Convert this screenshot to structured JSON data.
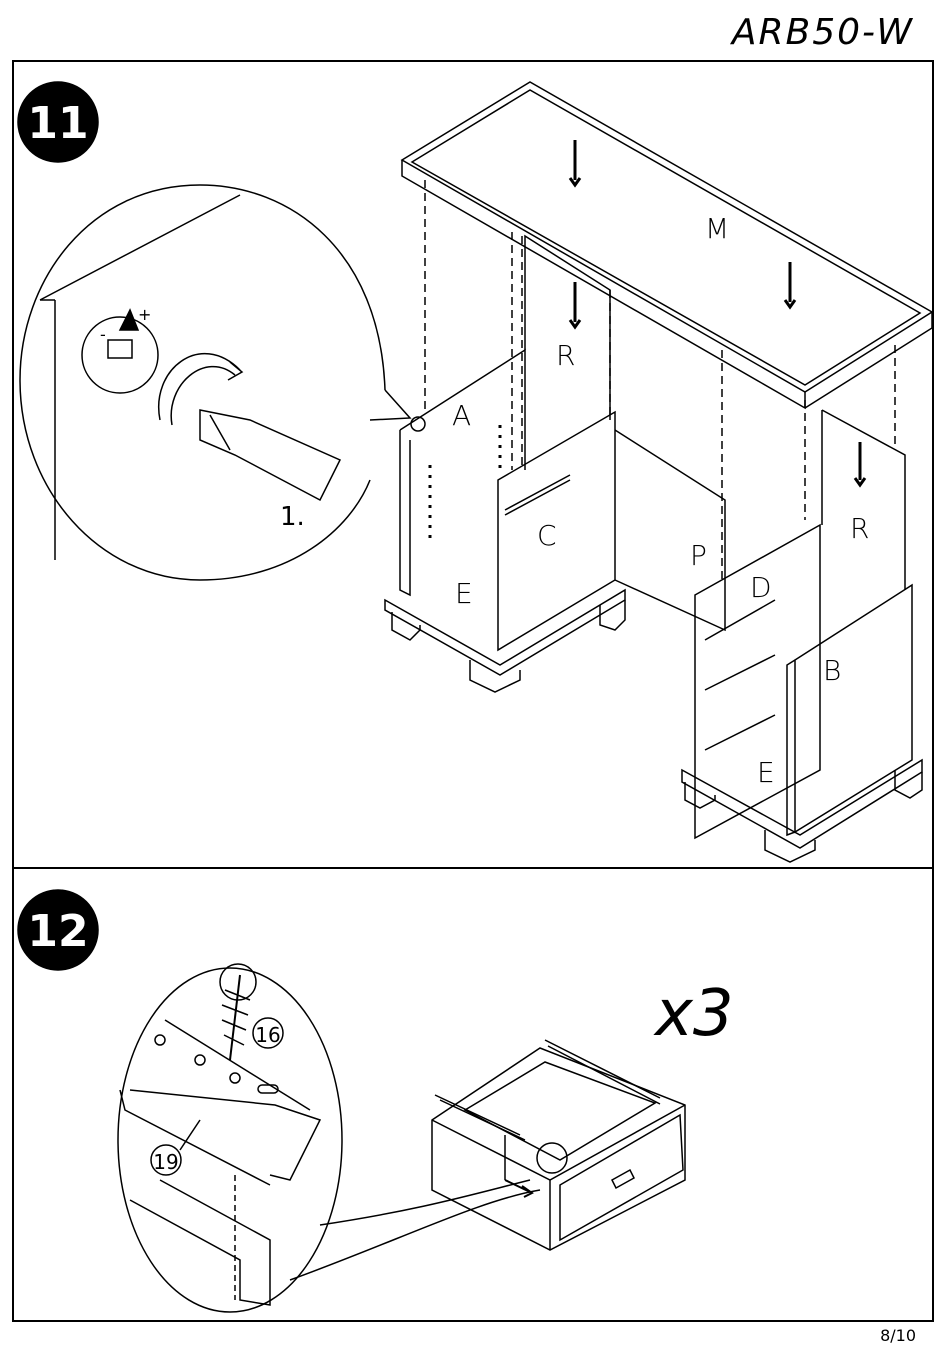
{
  "header": {
    "model_code": "ARB50-W"
  },
  "steps": [
    {
      "number": "11",
      "part_labels": [
        "M",
        "R",
        "R",
        "A",
        "C",
        "P",
        "D",
        "R",
        "B",
        "E",
        "E"
      ],
      "detail_note": "1."
    },
    {
      "number": "12",
      "multiplier": "x3",
      "parts": [
        "16",
        "19"
      ]
    }
  ],
  "footer": {
    "page": "8/10"
  }
}
